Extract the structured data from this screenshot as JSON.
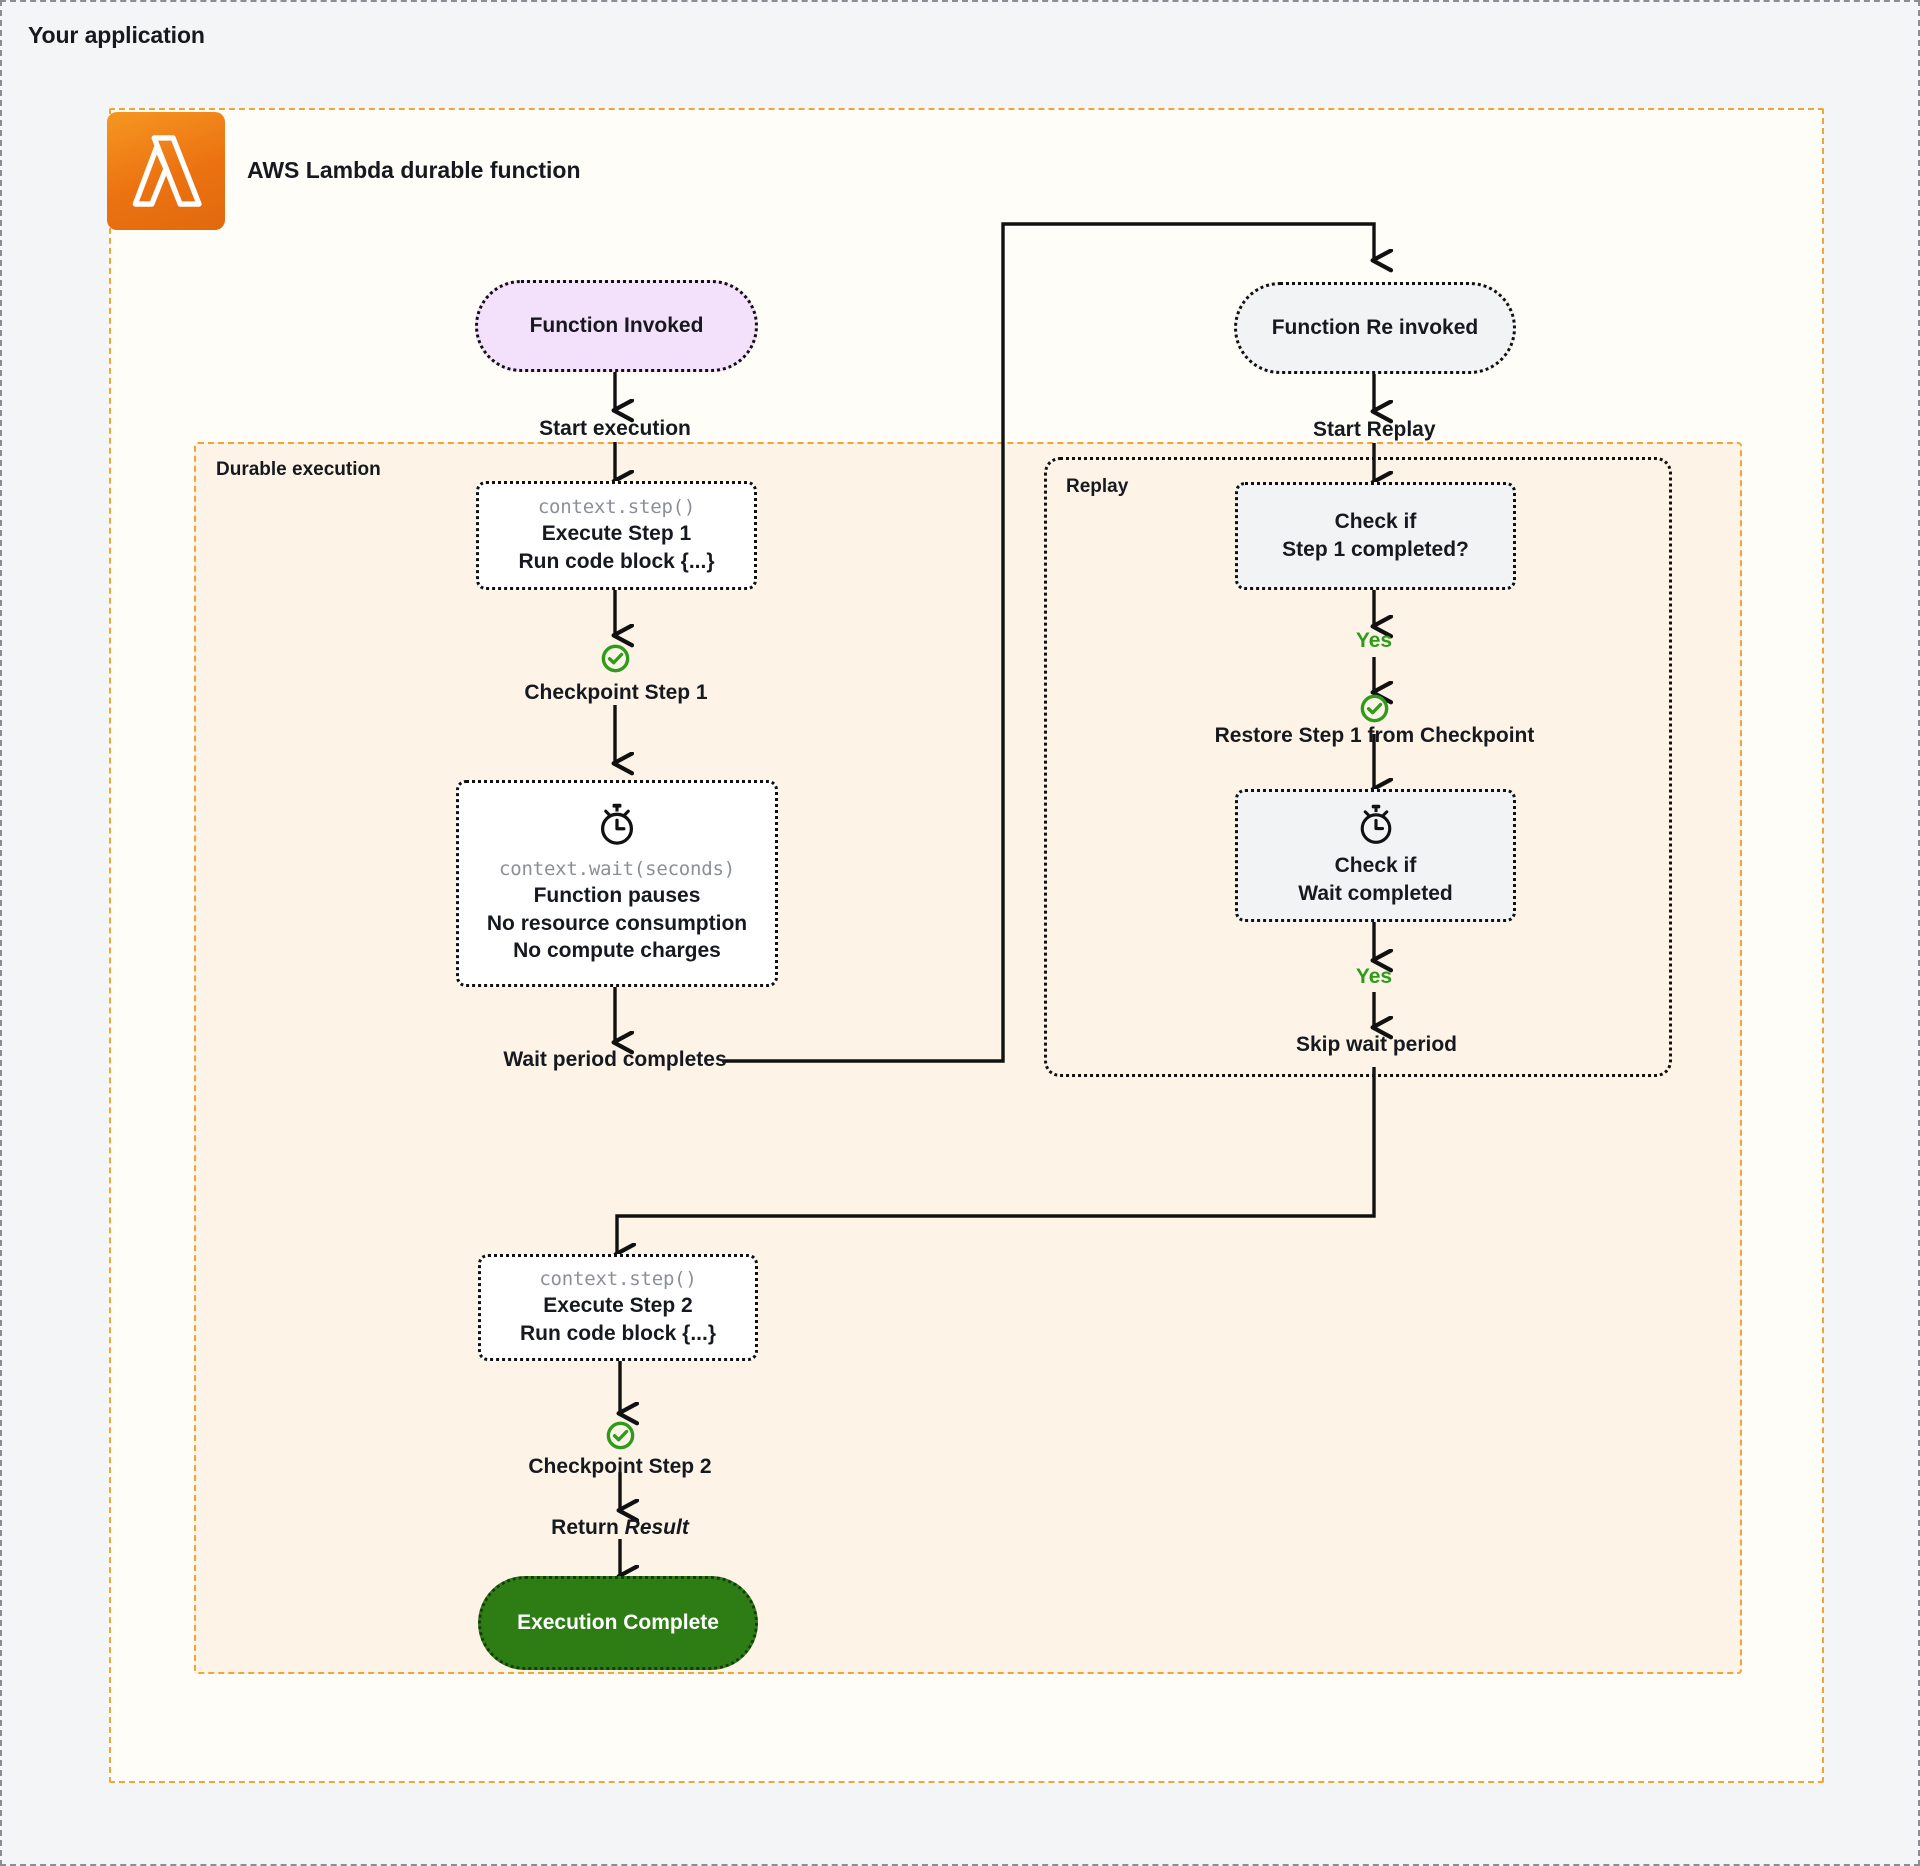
{
  "app": {
    "title": "Your application",
    "lambda_heading": "AWS Lambda durable function",
    "lambda_icon": "aws-lambda-icon"
  },
  "subgraphs": {
    "durable": "Durable execution",
    "replay": "Replay"
  },
  "colors": {
    "accent_orange": "#f0a43a",
    "lambda_orange": "#ec7211",
    "start_purple": "#f3e0fb",
    "complete_green": "#2e7d14",
    "yes_green": "#2e9c1b",
    "node_gray": "#f2f3f5",
    "canvas": "#f4f5f7",
    "durable_bg": "#fdf4e7"
  },
  "left_flow": {
    "start_node": "Function Invoked",
    "start_edge": "Start execution",
    "step1": {
      "code": "context.step()",
      "line1": "Execute Step 1",
      "line2": "Run code block {...}"
    },
    "checkpoint1": {
      "icon": "check-circle-icon",
      "label": "Checkpoint Step 1"
    },
    "wait": {
      "icon": "stopwatch-icon",
      "code": "context.wait(seconds)",
      "line1": "Function pauses",
      "line2": "No resource consumption",
      "line3": "No compute charges"
    },
    "wait_complete": "Wait period completes",
    "step2": {
      "code": "context.step()",
      "line1": "Execute Step 2",
      "line2": "Run code block {...}"
    },
    "checkpoint2": {
      "icon": "check-circle-icon",
      "label": "Checkpoint Step 2"
    },
    "return_edge_prefix": "Return ",
    "return_edge_italic": "Result",
    "complete_node": "Execution Complete"
  },
  "right_flow": {
    "reinvoke_node": "Function Re invoked",
    "start_replay_edge": "Start Replay",
    "check_step1": {
      "line1": "Check if",
      "line2": "Step 1 completed?"
    },
    "yes_1": "Yes",
    "restore": {
      "icon": "check-circle-icon",
      "label": "Restore Step 1 from Checkpoint"
    },
    "check_wait": {
      "icon": "stopwatch-icon",
      "line1": "Check if",
      "line2": "Wait completed"
    },
    "yes_2": "Yes",
    "skip_wait": "Skip wait period"
  }
}
